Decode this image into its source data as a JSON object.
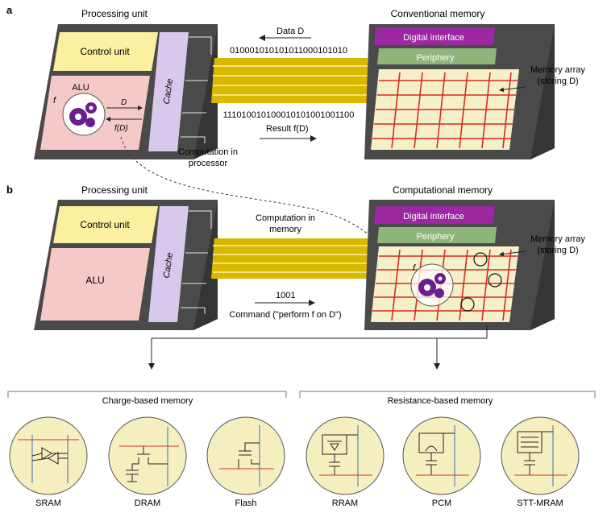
{
  "panel_a": {
    "letter": "a",
    "processing_unit_title": "Processing unit",
    "memory_title": "Conventional memory",
    "control_unit": "Control unit",
    "alu": "ALU",
    "cache": "Cache",
    "f_label": "f",
    "d_label": "D",
    "fd_label": "f(D)",
    "data_label": "Data D",
    "data_bits": "010001010101011000101010",
    "result_bits": "111010010100010101001001100",
    "result_label": "Result f(D)",
    "digital_interface": "Digital interface",
    "periphery": "Periphery",
    "memory_array_line1": "Memory array",
    "memory_array_line2": "(storing D)",
    "computation_line1": "Computation in",
    "computation_line2": "processor"
  },
  "panel_b": {
    "letter": "b",
    "processing_unit_title": "Processing unit",
    "memory_title": "Computational memory",
    "control_unit": "Control unit",
    "alu": "ALU",
    "cache": "Cache",
    "f_label": "f",
    "computation_line1": "Computation in",
    "computation_line2": "memory",
    "command_bits": "1001",
    "command_label": "Command (\"perform f on D\")",
    "digital_interface": "Digital interface",
    "periphery": "Periphery",
    "memory_array_line1": "Memory array",
    "memory_array_line2": "(storing D)"
  },
  "categories": {
    "charge": "Charge-based memory",
    "resistance": "Resistance-based memory"
  },
  "devices": [
    {
      "name": "SRAM"
    },
    {
      "name": "DRAM"
    },
    {
      "name": "Flash"
    },
    {
      "name": "RRAM"
    },
    {
      "name": "PCM"
    },
    {
      "name": "STT-MRAM"
    }
  ],
  "colors": {
    "chip": "#4a4a4a",
    "control_unit": "#faf0a0",
    "alu": "#f6c9c9",
    "cache": "#d8c8ec",
    "bus": "#d9b800",
    "memory_array": "#f6f0c8",
    "grid": "#d62b1f",
    "digital_interface": "#9c27a0",
    "periphery": "#8fb57a",
    "device_circle": "#f5efc0"
  }
}
